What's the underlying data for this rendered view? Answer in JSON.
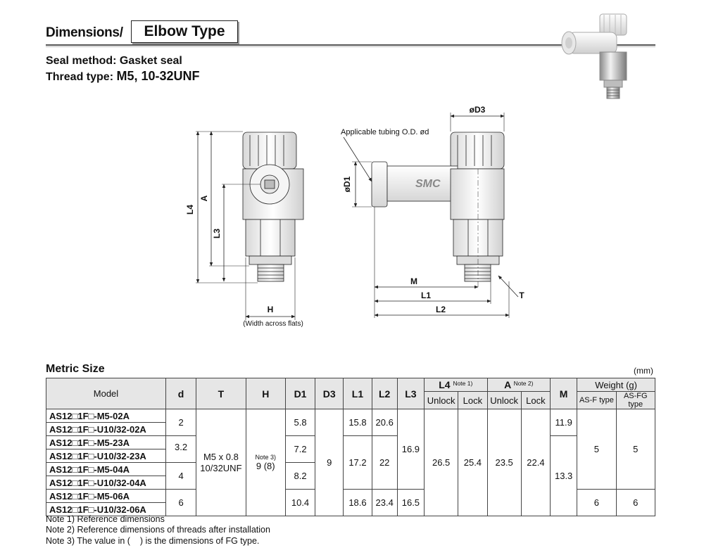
{
  "header": {
    "title": "Dimensions/",
    "box_label": "Elbow Type"
  },
  "seal_method": "Seal method: Gasket seal",
  "thread_type": {
    "prefix": "Thread type: ",
    "value": "M5, 10-32UNF"
  },
  "drawing": {
    "label_L4": "L4",
    "label_A": "A",
    "label_L3": "L3",
    "label_H": "H",
    "label_H_note": "(Width across flats)",
    "label_D3": "øD3",
    "label_D1": "øD1",
    "label_tubing": "Applicable tubing O.D. ød",
    "label_M": "M",
    "label_L1": "L1",
    "label_L2": "L2",
    "label_T": "T",
    "brand": "SMC"
  },
  "table": {
    "title": "Metric Size",
    "unit": "(mm)",
    "headers": {
      "model": "Model",
      "d": "d",
      "T": "T",
      "H": "H",
      "D1": "D1",
      "D3": "D3",
      "L1": "L1",
      "L2": "L2",
      "L3": "L3",
      "L4": "L4",
      "L4_note": "Note 1)",
      "A": "A",
      "A_note": "Note 2)",
      "M": "M",
      "weight": "Weight (g)",
      "unlock": "Unlock",
      "lock": "Lock",
      "asf": "AS-F type",
      "asfg": "AS-FG type"
    },
    "models": [
      "AS12□1F□-M5-02A",
      "AS12□1F□-U10/32-02A",
      "AS12□1F□-M5-23A",
      "AS12□1F□-U10/32-23A",
      "AS12□1F□-M5-04A",
      "AS12□1F□-U10/32-04A",
      "AS12□1F□-M5-06A",
      "AS12□1F□-U10/32-06A"
    ],
    "d": [
      "2",
      "3.2",
      "4",
      "6"
    ],
    "T": "M5 x 0.8\n10/32UNF",
    "H_note": "Note 3)",
    "H": "9 (8)",
    "D1": [
      "5.8",
      "7.2",
      "8.2",
      "10.4"
    ],
    "D3": "9",
    "L1": [
      "15.8",
      "17.2",
      "18.6"
    ],
    "L2": [
      "20.6",
      "22",
      "23.4"
    ],
    "L3": [
      "16.9",
      "16.5"
    ],
    "L4_unlock": "26.5",
    "L4_lock": "25.4",
    "A_unlock": "23.5",
    "A_lock": "22.4",
    "M": [
      "11.9",
      "13.3"
    ],
    "weight_asf": [
      "5",
      "6"
    ],
    "weight_asfg": [
      "5",
      "6"
    ]
  },
  "notes": [
    "Note 1) Reference dimensions",
    "Note 2) Reference dimensions of threads after installation",
    "Note 3) The value in (    ) is the dimensions of FG type."
  ]
}
